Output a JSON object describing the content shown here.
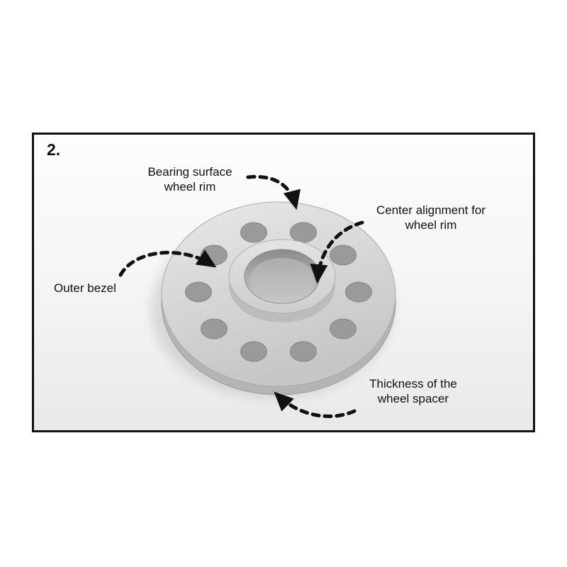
{
  "step_number": "2.",
  "labels": {
    "bearing_surface": "Bearing surface\nwheel rim",
    "center_alignment": "Center alignment for\nwheel rim",
    "outer_bezel": "Outer bezel",
    "thickness": "Thickness of the\nwheel spacer"
  },
  "diagram": {
    "type": "annotated-photo-diagram",
    "subject": "wheel spacer",
    "bolt_hole_count": 10
  },
  "colors": {
    "frame_border": "#111111",
    "arrow": "#111111",
    "label_text": "#111111",
    "spacer_body_light": "#e8e8e8",
    "spacer_body_dark": "#c8c8c8",
    "spacer_edge": "#b4b4b4",
    "bolt_hole": "#9a9a9a",
    "background": "#f4f4f4"
  }
}
